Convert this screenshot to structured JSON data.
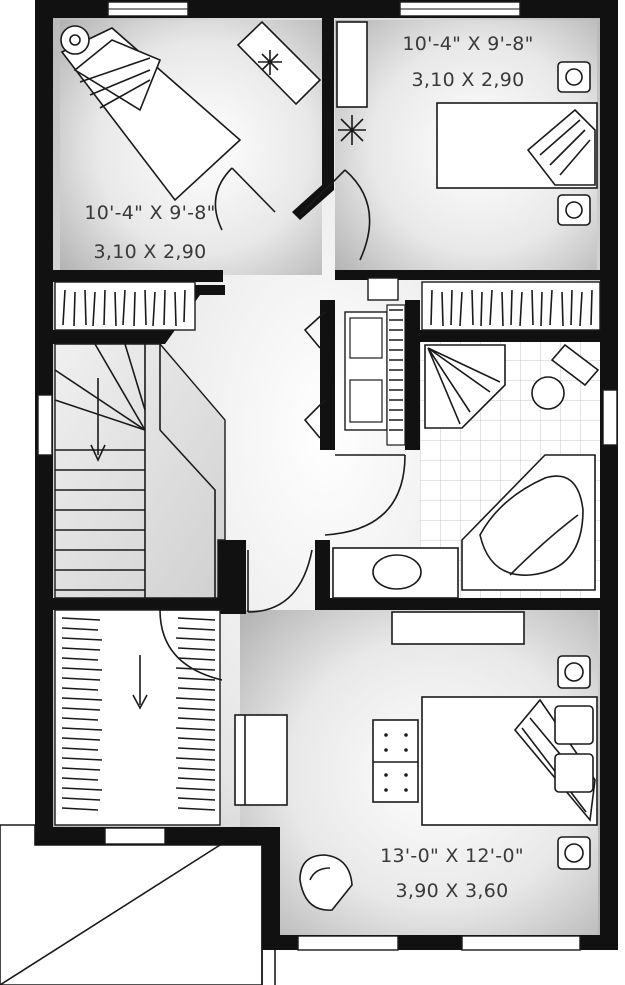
{
  "rooms": [
    {
      "id": "bedroom-2",
      "dimensions_imperial": "10'-4\" X 9'-8\"",
      "dimensions_metric": "3,10 X 2,90"
    },
    {
      "id": "bedroom-3",
      "dimensions_imperial": "10'-4\" X 9'-8\"",
      "dimensions_metric": "3,10 X 2,90"
    },
    {
      "id": "master-bedroom",
      "dimensions_imperial": "13'-0\" X 12'-0\"",
      "dimensions_metric": "3,90 X 3,60"
    }
  ]
}
